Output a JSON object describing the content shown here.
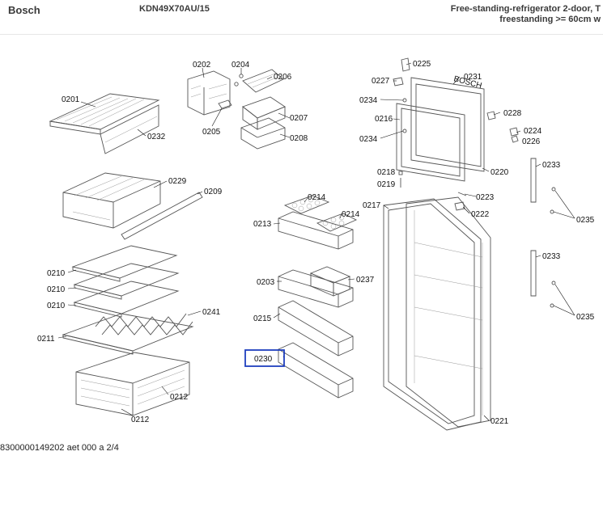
{
  "header": {
    "brand": "Bosch",
    "model": "KDN49X70AU/15",
    "description_line1": "Free-standing-refrigerator 2-door, T",
    "description_line2": "freestanding >= 60cm w"
  },
  "footer": {
    "doc_ref": "8300000149202 aet 000 a 2/4"
  },
  "diagram": {
    "highlighted": "0230",
    "labels": {
      "0201": "0201",
      "0202": "0202",
      "0203": "0203",
      "0204": "0204",
      "0205": "0205",
      "0206": "0206",
      "0207": "0207",
      "0208": "0208",
      "0209": "0209",
      "0210": "0210",
      "0211": "0211",
      "0212": "0212",
      "0213": "0213",
      "0214": "0214",
      "0215": "0215",
      "0216": "0216",
      "0217": "0217",
      "0218": "0218",
      "0219": "0219",
      "0220": "0220",
      "0221": "0221",
      "0222": "0222",
      "0223": "0223",
      "0224": "0224",
      "0225": "0225",
      "0226": "0226",
      "0227": "0227",
      "0228": "0228",
      "0229": "0229",
      "0230": "0230",
      "0231": "0231",
      "0232": "0232",
      "0233": "0233",
      "0234": "0234",
      "0235": "0235",
      "0237": "0237",
      "0241": "0241"
    },
    "door_brand_mark": "BOSCH"
  }
}
